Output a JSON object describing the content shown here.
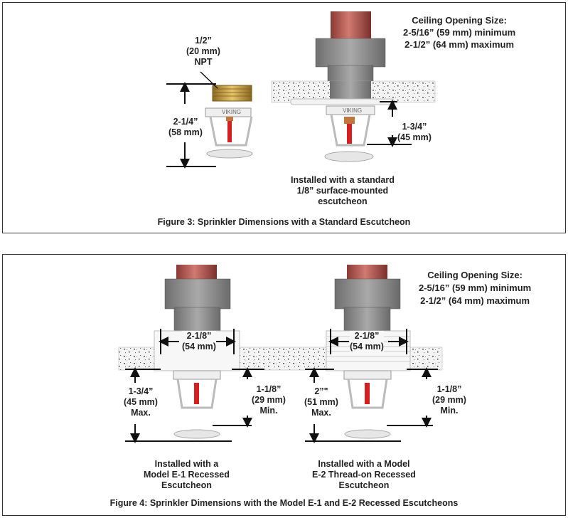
{
  "figure3": {
    "caption": "Figure 3:  Sprinkler Dimensions with a Standard Escutcheon",
    "npt_label": [
      "1/2”",
      "(20 mm)",
      "NPT"
    ],
    "height_label": [
      "2-1/4”",
      "(58 mm)"
    ],
    "ceiling_opening": [
      "Ceiling Opening Size:",
      "2-5/16” (59 mm) minimum",
      "2-1/2” (64 mm) maximum"
    ],
    "drop_label": [
      "1-3/4”",
      "(45 mm)"
    ],
    "install_note": [
      "Installed with a standard",
      "1/8” surface-mounted",
      "escutcheon"
    ],
    "brand_mark": "VIKING"
  },
  "figure4": {
    "caption": "Figure 4:  Sprinkler Dimensions with the Model E-1 and E-2 Recessed Escutcheons",
    "ceiling_opening": [
      "Ceiling Opening Size:",
      "2-5/16” (59 mm) minimum",
      "2-1/2” (64 mm) maximum"
    ],
    "e1": {
      "width_label": [
        "2-1/8”",
        "(54 mm)"
      ],
      "max_label": [
        "1-3/4”",
        "(45 mm)",
        "Max."
      ],
      "min_label": [
        "1-1/8”",
        "(29 mm)",
        "Min."
      ],
      "install_note": [
        "Installed with a",
        "Model E-1 Recessed",
        "Escutcheon"
      ]
    },
    "e2": {
      "width_label": [
        "2-1/8”",
        "(54 mm)"
      ],
      "max_label": [
        "2”\"",
        "(51 mm)",
        "Max."
      ],
      "min_label": [
        "1-1/8”",
        "(29 mm)",
        "Min."
      ],
      "install_note": [
        "Installed with a Model",
        "E-2 Thread-on  Recessed",
        "Escutcheon"
      ]
    }
  },
  "colors": {
    "frame": "#333333",
    "pipe_red": "#b5504a",
    "fitting_gray": "#8c8c8c",
    "ceiling_speckle": "#cfcfcf",
    "brass": "#c9a24a",
    "bulb_red": "#d62020",
    "copper": "#c0763c"
  }
}
